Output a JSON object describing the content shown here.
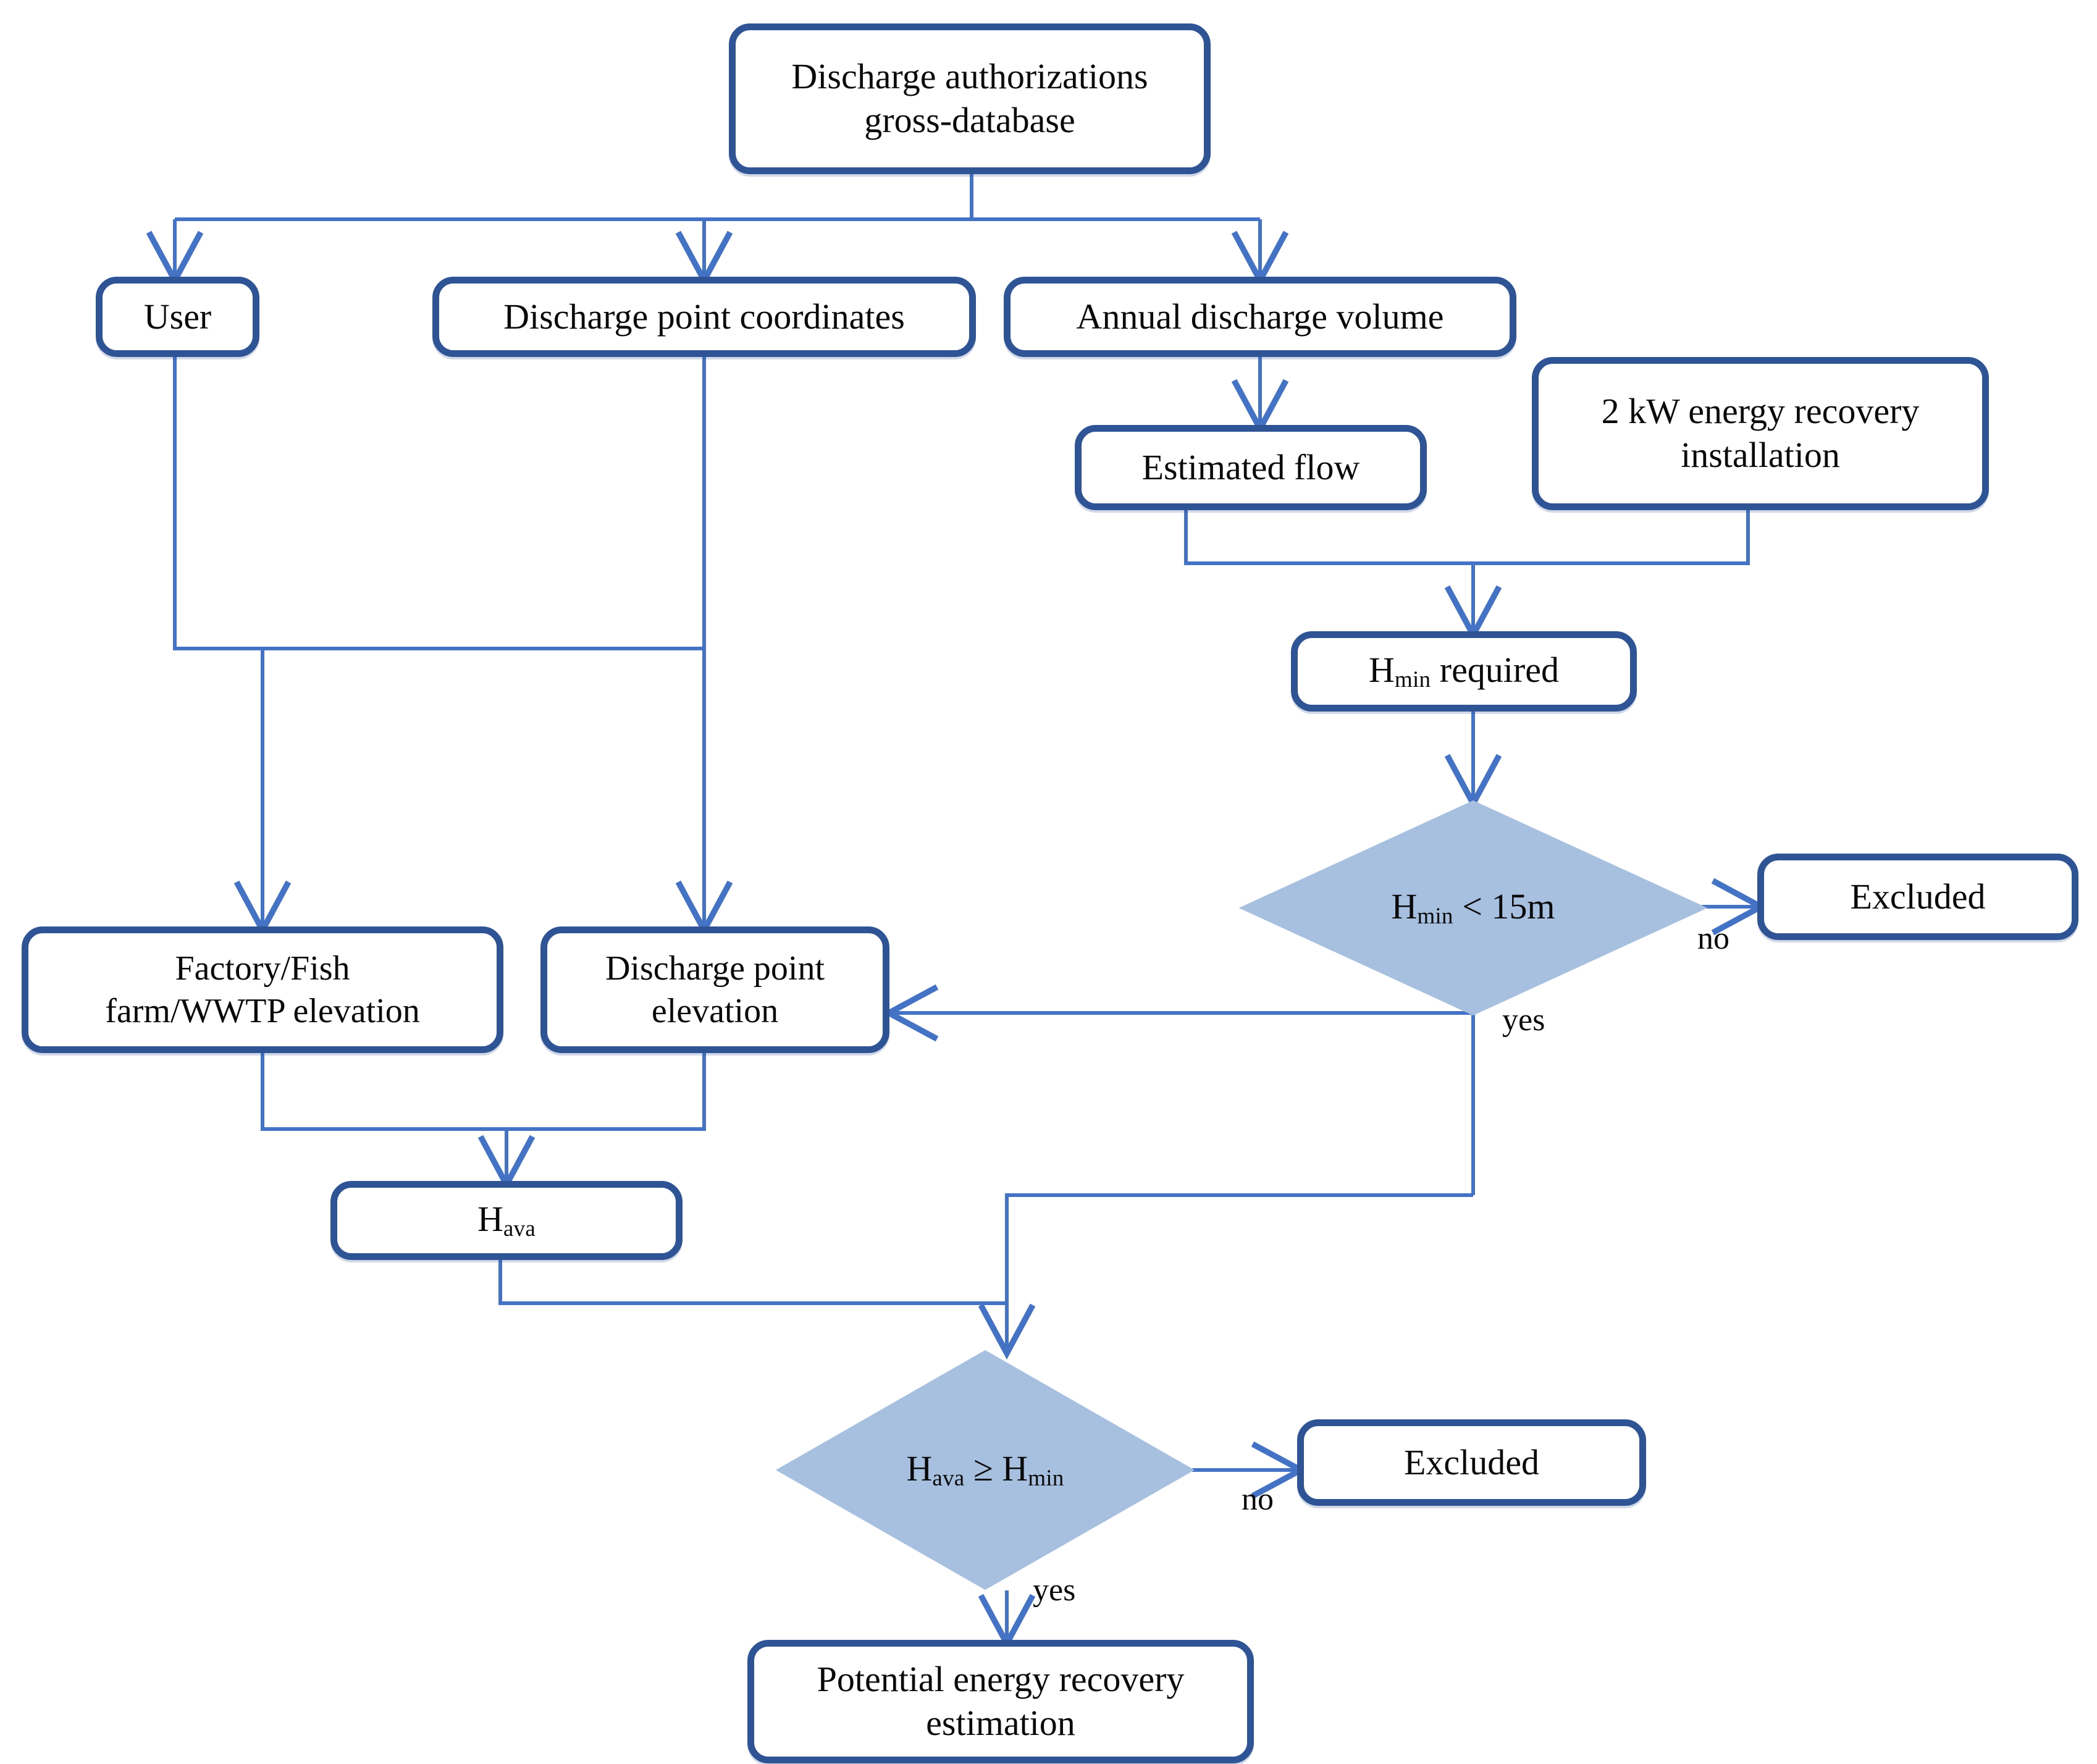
{
  "diagram": {
    "type": "flowchart",
    "title": "Discharge authorization hydropower screening flowchart",
    "colors": {
      "node_border": "#2e5496",
      "node_fill": "#ffffff",
      "decision_fill": "#a8c0e0",
      "connector": "#4472c4",
      "text": "#0a0a0a",
      "background": "#ffffff"
    },
    "nodes": {
      "source_db": {
        "line1": "Discharge authorizations",
        "line2": "gross-database"
      },
      "user": {
        "label": "User"
      },
      "coordinates": {
        "label": "Discharge point coordinates"
      },
      "annual_volume": {
        "label": "Annual discharge volume"
      },
      "estimated_flow": {
        "label": "Estimated flow"
      },
      "installation": {
        "line1": "2 kW energy recovery",
        "line2": "installation"
      },
      "hmin_required": {
        "prefix": "H",
        "sub": "min",
        "suffix": " required"
      },
      "factory_elevation": {
        "line1": "Factory/Fish",
        "line2": "farm/WWTP elevation"
      },
      "discharge_elevation": {
        "line1": "Discharge point",
        "line2": "elevation"
      },
      "hava": {
        "prefix": "H",
        "sub": "ava",
        "suffix": ""
      },
      "excluded_top": {
        "label": "Excluded"
      },
      "excluded_bottom": {
        "label": "Excluded"
      },
      "result": {
        "line1": "Potential energy recovery",
        "line2": "estimation"
      }
    },
    "decisions": {
      "hmin_check": {
        "prefix": "H",
        "sub": "min",
        "suffix": " < 15m"
      },
      "hava_check": {
        "prefix": "H",
        "sub1": "ava",
        "op": " ≥ H",
        "sub2": "min"
      }
    },
    "edge_labels": {
      "hmin_no": "no",
      "hmin_yes": "yes",
      "hava_no": "no",
      "hava_yes": "yes"
    }
  }
}
